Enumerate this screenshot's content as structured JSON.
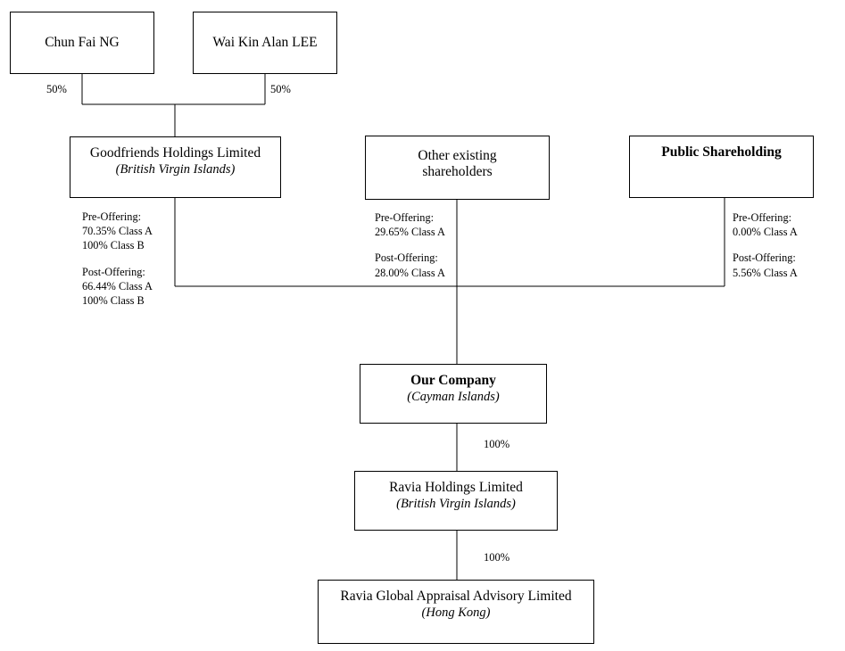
{
  "diagram": {
    "type": "corporate-shareholding-structure",
    "nodes": {
      "chun_fai_ng": {
        "title": "Chun Fai NG",
        "subtitle": ""
      },
      "wai_kin_alan_lee": {
        "title": "Wai Kin Alan LEE",
        "subtitle": ""
      },
      "goodfriends": {
        "title": "Goodfriends Holdings Limited",
        "subtitle": "(British Virgin Islands)"
      },
      "other_shareholders": {
        "title_line1": "Other existing",
        "title_line2": "shareholders",
        "subtitle": ""
      },
      "public_shareholding": {
        "title": "Public Shareholding",
        "subtitle": ""
      },
      "our_company": {
        "title": "Our Company",
        "subtitle": "(Cayman Islands)"
      },
      "ravia_holdings": {
        "title": "Ravia Holdings Limited",
        "subtitle": "(British Virgin Islands)"
      },
      "ravia_global": {
        "title": "Ravia Global Appraisal Advisory Limited",
        "subtitle": "(Hong Kong)"
      }
    },
    "edge_labels": {
      "ng_to_goodfriends": "50%",
      "lee_to_goodfriends": "50%",
      "company_to_ravia_holdings": "100%",
      "ravia_holdings_to_ravia_global": "100%"
    },
    "annotations": {
      "goodfriends": {
        "pre_label": "Pre-Offering:",
        "pre_lines": [
          "70.35% Class A",
          "100% Class B"
        ],
        "post_label": "Post-Offering:",
        "post_lines": [
          "66.44% Class A",
          "100% Class B"
        ]
      },
      "other_shareholders": {
        "pre_label": "Pre-Offering:",
        "pre_lines": [
          "29.65% Class A"
        ],
        "post_label": "Post-Offering:",
        "post_lines": [
          "28.00% Class A"
        ]
      },
      "public_shareholding": {
        "pre_label": "Pre-Offering:",
        "pre_lines": [
          "0.00% Class A"
        ],
        "post_label": "Post-Offering:",
        "post_lines": [
          "5.56% Class A"
        ]
      }
    },
    "colors": {
      "background": "#ffffff",
      "line": "#000000",
      "text": "#000000"
    }
  }
}
